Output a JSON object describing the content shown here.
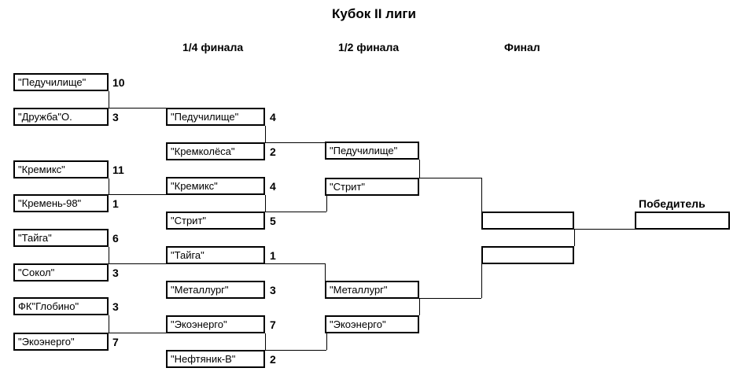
{
  "title": "Кубок II лиги",
  "headers": {
    "quarterfinal": "1/4 финала",
    "semifinal": "1/2 финала",
    "final": "Финал"
  },
  "winner_label": "Победитель",
  "colors": {
    "line": "#000000",
    "background": "#ffffff",
    "text": "#000000"
  },
  "rounds": {
    "round1": [
      {
        "team": "\"Педучилище\"",
        "score": "10"
      },
      {
        "team": "\"Дружба\"О.",
        "score": "3"
      },
      {
        "team": "\"Кремикс\"",
        "score": "11"
      },
      {
        "team": "\"Кремень-98\"",
        "score": "1"
      },
      {
        "team": "\"Тайга\"",
        "score": "6"
      },
      {
        "team": "\"Сокол\"",
        "score": "3"
      },
      {
        "team": "ФК\"Глобино\"",
        "score": "3"
      },
      {
        "team": "\"Экоэнерго\"",
        "score": "7"
      }
    ],
    "quarterfinals": [
      {
        "team": "\"Педучилище\"",
        "score": "4"
      },
      {
        "team": "\"Кремколёса\"",
        "score": "2"
      },
      {
        "team": "\"Кремикс\"",
        "score": "4"
      },
      {
        "team": "\"Стрит\"",
        "score": "5"
      },
      {
        "team": "\"Тайга\"",
        "score": "1"
      },
      {
        "team": "\"Металлург\"",
        "score": "3"
      },
      {
        "team": "\"Экоэнерго\"",
        "score": "7"
      },
      {
        "team": "\"Нефтяник-В\"",
        "score": "2"
      }
    ],
    "semifinals": [
      {
        "team": "\"Педучилище\""
      },
      {
        "team": "\"Стрит\""
      },
      {
        "team": "\"Металлург\""
      },
      {
        "team": "\"Экоэнерго\""
      }
    ],
    "final": [
      {
        "team": ""
      },
      {
        "team": ""
      }
    ],
    "winner": {
      "team": ""
    }
  }
}
